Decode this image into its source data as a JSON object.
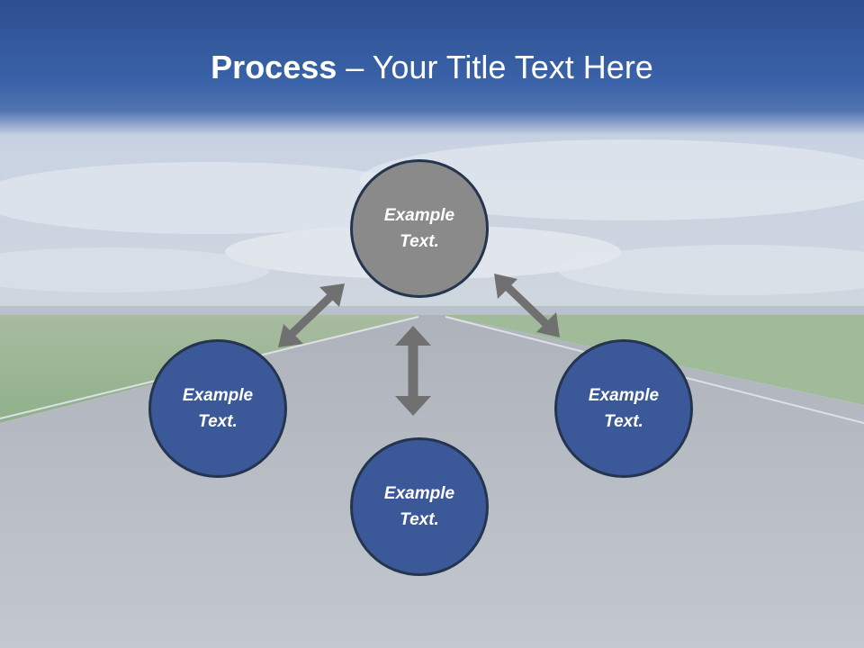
{
  "title": {
    "bold": "Process",
    "rest": " – Your Title Text Here"
  },
  "colors": {
    "title_bar": "#3a62a8",
    "node_blue": "#3b5998",
    "node_grey": "#8a8a8a",
    "arrow": "#707070",
    "node_border": "#25354f"
  },
  "diagram": {
    "nodes": [
      {
        "id": "top",
        "label": "Example Text."
      },
      {
        "id": "left",
        "label": "Example Text."
      },
      {
        "id": "bottom",
        "label": "Example Text."
      },
      {
        "id": "right",
        "label": "Example Text."
      }
    ],
    "connections": [
      {
        "from": "top",
        "to": "left",
        "type": "bidirectional"
      },
      {
        "from": "top",
        "to": "right",
        "type": "bidirectional"
      },
      {
        "from": "top",
        "to": "bottom",
        "type": "bidirectional"
      }
    ]
  }
}
